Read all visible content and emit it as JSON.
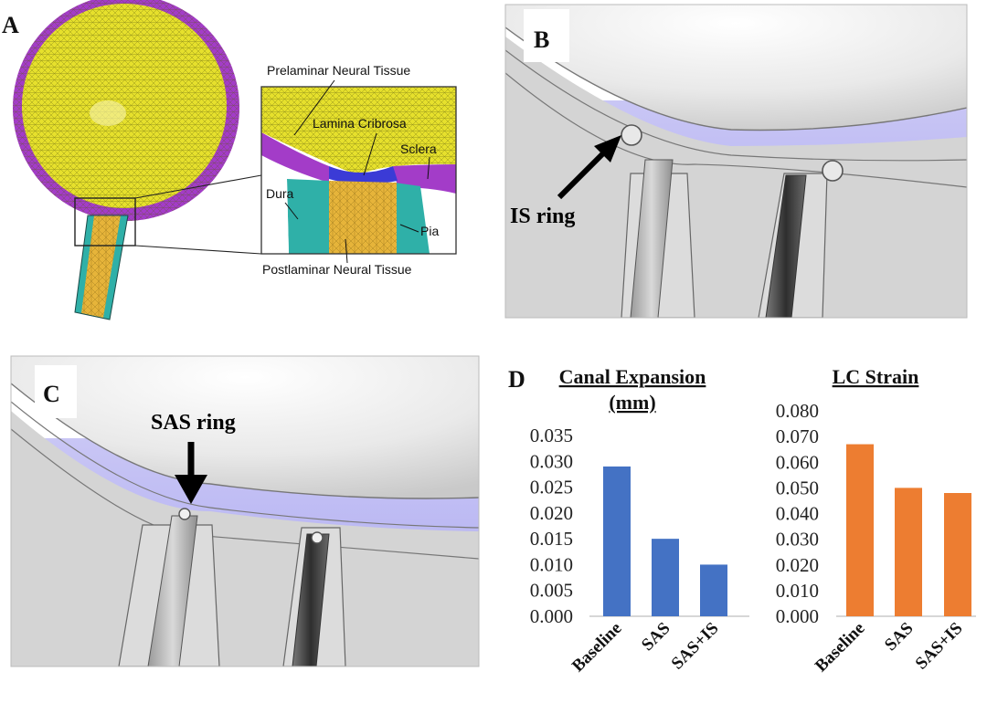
{
  "panels": {
    "a": {
      "letter": "A",
      "labels": {
        "prelaminar": "Prelaminar Neural Tissue",
        "lamina": "Lamina Cribrosa",
        "sclera": "Sclera",
        "dura": "Dura",
        "pia": "Pia",
        "postlaminar": "Postlaminar Neural Tissue"
      },
      "colors": {
        "globe": "#e6e02c",
        "sclera": "#a33cc8",
        "nerve": "#e6b43a",
        "meninges": "#2fb0a8",
        "lamina": "#3b3bd6"
      }
    },
    "b": {
      "letter": "B",
      "annotation": "IS ring"
    },
    "c": {
      "letter": "C",
      "annotation": "SAS ring"
    },
    "d": {
      "letter": "D"
    }
  },
  "chart_data": [
    {
      "type": "bar",
      "title": "Canal Expansion (mm)",
      "title_lines": [
        "Canal Expansion",
        "(mm)"
      ],
      "categories": [
        "Baseline",
        "SAS",
        "SAS+IS"
      ],
      "values": [
        0.029,
        0.015,
        0.01
      ],
      "ylim": [
        0,
        0.035
      ],
      "yticks": [
        "0.035",
        "0.030",
        "0.025",
        "0.020",
        "0.015",
        "0.010",
        "0.005",
        "0.000"
      ],
      "color": "#4472c4",
      "grid": false
    },
    {
      "type": "bar",
      "title": "LC Strain",
      "categories": [
        "Baseline",
        "SAS",
        "SAS+IS"
      ],
      "values": [
        0.067,
        0.05,
        0.048
      ],
      "ylim": [
        0,
        0.08
      ],
      "yticks": [
        "0.080",
        "0.070",
        "0.060",
        "0.050",
        "0.040",
        "0.030",
        "0.020",
        "0.010",
        "0.000"
      ],
      "color": "#ed7d31",
      "grid": false
    }
  ]
}
